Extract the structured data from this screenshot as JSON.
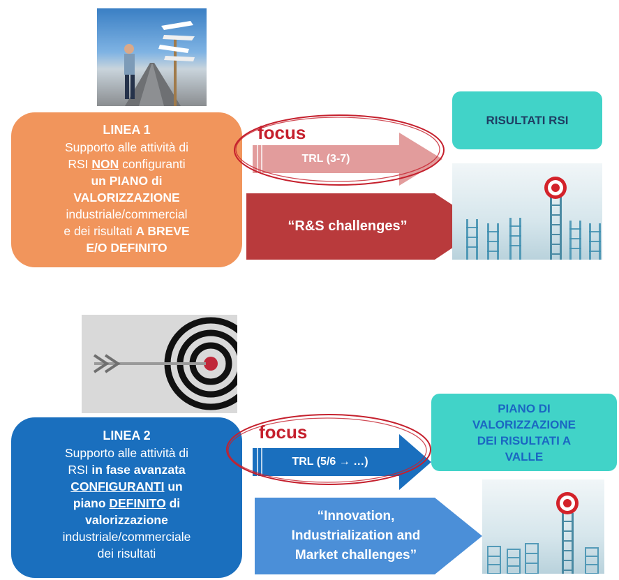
{
  "linea1": {
    "title": "LINEA 1",
    "body": {
      "l1": "Supporto alle attività di",
      "l2_pre": "RSI ",
      "l2_bold": "NON",
      "l2_post": " configuranti",
      "l3": "un PIANO di",
      "l4": "VALORIZZAZIONE",
      "l5": "industriale/commercial",
      "l6_pre": "e dei risultati ",
      "l6_bold": "A BREVE",
      "l7": "E/O DEFINITO"
    },
    "focus": "focus",
    "trl": "TRL (3-7)",
    "challenge": "“R&S challenges”",
    "result": "RISULTATI RSI"
  },
  "linea2": {
    "title": "LINEA 2",
    "body": {
      "l1": "Supporto alle attività di",
      "l2_pre": "RSI ",
      "l2_bold": "in fase avanzata",
      "l3_bold": "CONFIGURANTI",
      "l3_post": " un",
      "l4_pre": "piano ",
      "l4_bold": "DEFINITO",
      "l4_post": " di",
      "l5": "valorizzazione",
      "l6": "industriale/commerciale",
      "l7": "dei risultati"
    },
    "focus": "focus",
    "trl": "TRL (5/6 → …)",
    "challenge_l1": "“Innovation,",
    "challenge_l2": "Industrialization and",
    "challenge_l3": "Market challenges”",
    "result_l1": "PIANO DI",
    "result_l2": "VALORIZZAZIONE",
    "result_l3": "DEI RISULTATI A",
    "result_l4": "VALLE"
  },
  "colors": {
    "linea1_box": "#f1955c",
    "linea2_box": "#1a6fbe",
    "result_box": "#41d3c8",
    "focus_red": "#c5202d",
    "challenge1_arrow": "#b93a3c",
    "challenge2_arrow": "#4b8fd8",
    "trl1_arrow": "#e29c9c",
    "trl2_arrow": "#1a6fbe"
  },
  "icons": [
    "signpost-photo",
    "target-arrow-photo",
    "ladder-target-photo"
  ]
}
